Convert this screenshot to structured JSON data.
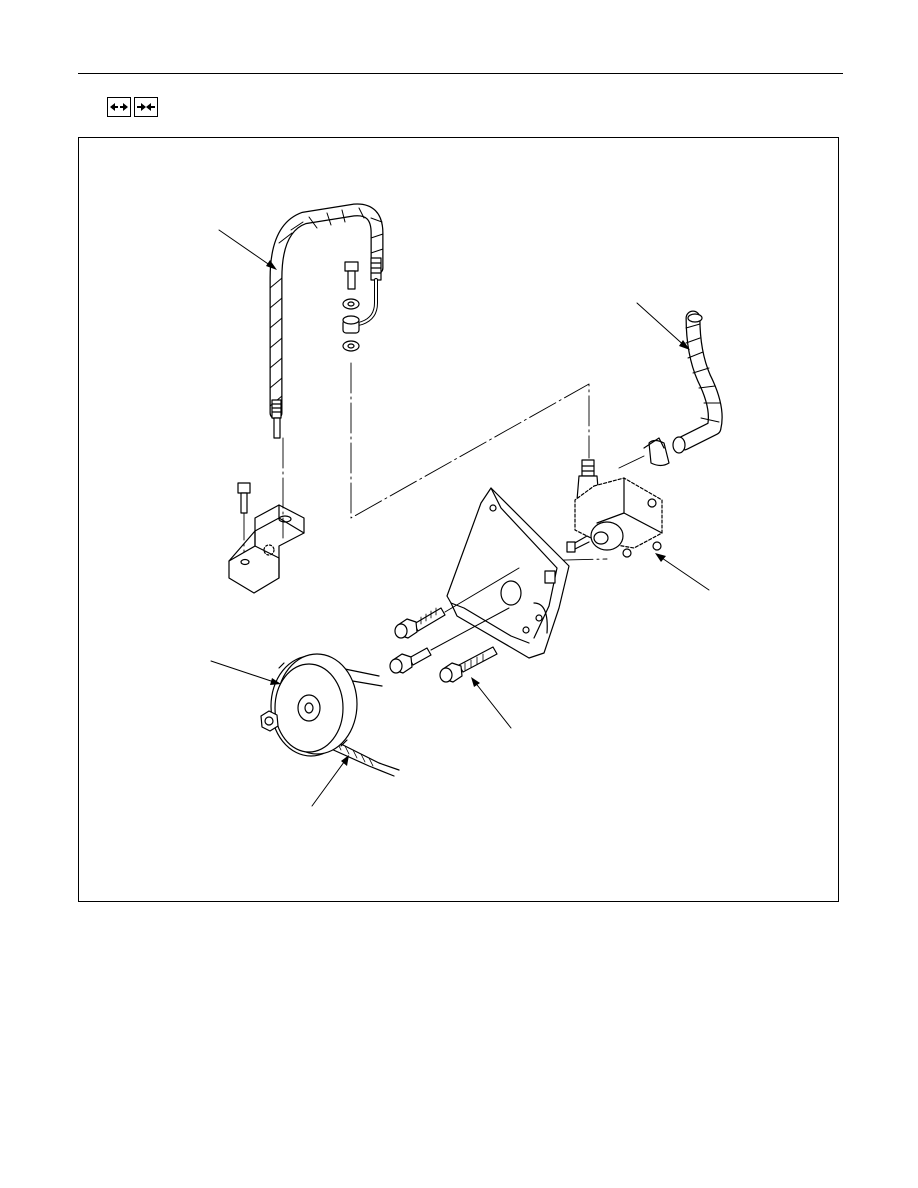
{
  "header": {
    "icons": [
      {
        "name": "removal-icon",
        "glyph": "arrows-apart"
      },
      {
        "name": "installation-icon",
        "glyph": "arrows-together"
      }
    ]
  },
  "diagram": {
    "parts": [
      {
        "name": "high-pressure-hose"
      },
      {
        "name": "return-hose"
      },
      {
        "name": "power-steering-pump"
      },
      {
        "name": "pump-pulley"
      },
      {
        "name": "drive-belt"
      },
      {
        "name": "bracket-bolts"
      }
    ],
    "colors": {
      "line": "#000000",
      "fill": "#ffffff"
    }
  }
}
